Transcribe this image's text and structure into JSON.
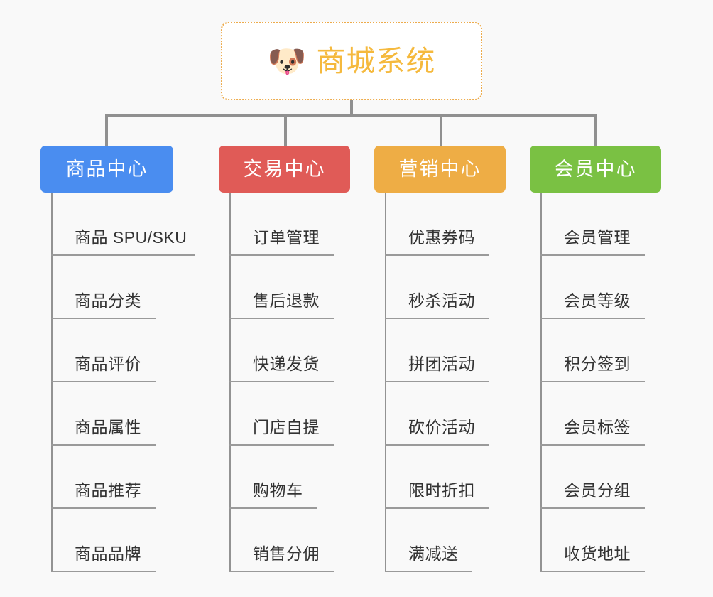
{
  "diagram": {
    "type": "organization-chart",
    "background_color": "#f9f9f9",
    "connector_color": "#909090",
    "root": {
      "icon": "dog-face-icon",
      "icon_glyph": "🐶",
      "title": "商城系统",
      "title_color": "#f5b93d",
      "border_color": "#edab4b",
      "border_style": "dotted"
    },
    "branches": [
      {
        "id": "product-center",
        "label": "商品中心",
        "color": "#4a8df0",
        "leaves": [
          "商品 SPU/SKU",
          "商品分类",
          "商品评价",
          "商品属性",
          "商品推荐",
          "商品品牌"
        ]
      },
      {
        "id": "trade-center",
        "label": "交易中心",
        "color": "#e05b57",
        "leaves": [
          "订单管理",
          "售后退款",
          "快递发货",
          "门店自提",
          "购物车",
          "销售分佣"
        ]
      },
      {
        "id": "marketing-center",
        "label": "营销中心",
        "color": "#eead45",
        "leaves": [
          "优惠券码",
          "秒杀活动",
          "拼团活动",
          "砍价活动",
          "限时折扣",
          "满减送"
        ]
      },
      {
        "id": "member-center",
        "label": "会员中心",
        "color": "#7ac143",
        "leaves": [
          "会员管理",
          "会员等级",
          "积分签到",
          "会员标签",
          "会员分组",
          "收货地址"
        ]
      }
    ]
  }
}
